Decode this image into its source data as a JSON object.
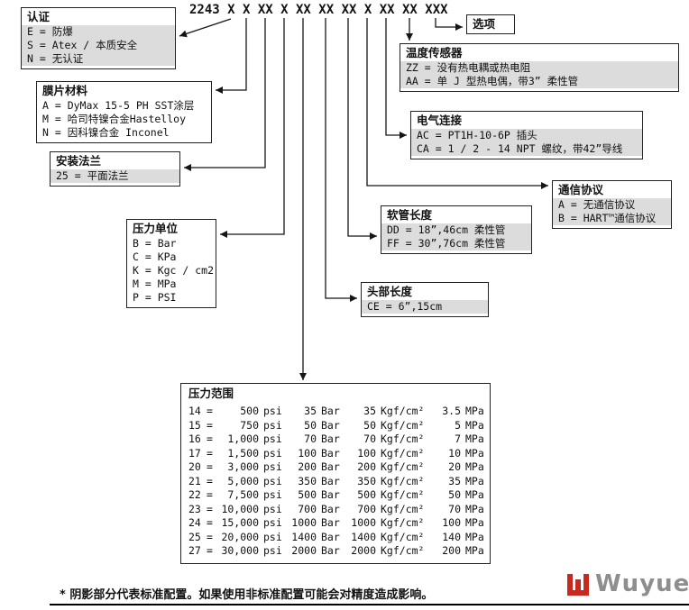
{
  "model_code": {
    "text": "2243 X X XX X XX XX XX X XX XX XXX"
  },
  "boxes": {
    "certification": {
      "title": "认证",
      "shaded": true,
      "rows": [
        "E = 防爆",
        "S = Atex / 本质安全",
        "N = 无认证"
      ]
    },
    "diaphragm": {
      "title": "膜片材料",
      "shaded": false,
      "rows": [
        "A = DyMax 15-5 PH SST涂层",
        "M = 哈司特镍合金Hastelloy",
        "N = 因科镍合金 Inconel"
      ]
    },
    "flange": {
      "title": "安装法兰",
      "shaded": true,
      "rows": [
        "25 = 平面法兰"
      ]
    },
    "pressure_unit": {
      "title": "压力单位",
      "shaded": false,
      "rows": [
        "B = Bar",
        "C = KPa",
        "K = Kgc / cm2",
        "M = MPa",
        "P = PSI"
      ]
    },
    "head_length": {
      "title": "头部长度",
      "shaded": true,
      "rows": [
        "CE = 6”,15cm"
      ]
    },
    "hose_length": {
      "title": "软管长度",
      "shaded": true,
      "rows": [
        "DD = 18”,46cm 柔性管",
        "FF = 30”,76cm 柔性管"
      ]
    },
    "protocol": {
      "title": "通信协议",
      "shaded": true,
      "rows": [
        "A = 无通信协议",
        "B = HART™通信协议"
      ]
    },
    "electrical": {
      "title": "电气连接",
      "shaded": true,
      "rows": [
        "AC = PT1H-10-6P 插头",
        "CA = 1 / 2 - 14 NPT 螺纹，带42”导线"
      ]
    },
    "temp_sensor": {
      "title": "温度传感器",
      "shaded": true,
      "rows": [
        "ZZ = 没有热电耦或热电阻",
        "AA = 单 J 型热电偶，带3” 柔性管"
      ]
    },
    "options": {
      "title": "选项"
    },
    "pressure_range": {
      "title": "压力范围",
      "rows": [
        [
          "14",
          "=",
          "500",
          "psi",
          "35",
          "Bar",
          "35",
          "Kgf/cm²",
          "3.5",
          "MPa"
        ],
        [
          "15",
          "=",
          "750",
          "psi",
          "50",
          "Bar",
          "50",
          "Kgf/cm²",
          "5",
          "MPa"
        ],
        [
          "16",
          "=",
          "1,000",
          "psi",
          "70",
          "Bar",
          "70",
          "Kgf/cm²",
          "7",
          "MPa"
        ],
        [
          "17",
          "=",
          "1,500",
          "psi",
          "100",
          "Bar",
          "100",
          "Kgf/cm²",
          "10",
          "MPa"
        ],
        [
          "20",
          "=",
          "3,000",
          "psi",
          "200",
          "Bar",
          "200",
          "Kgf/cm²",
          "20",
          "MPa"
        ],
        [
          "21",
          "=",
          "5,000",
          "psi",
          "350",
          "Bar",
          "350",
          "Kgf/cm²",
          "35",
          "MPa"
        ],
        [
          "22",
          "=",
          "7,500",
          "psi",
          "500",
          "Bar",
          "500",
          "Kgf/cm²",
          "50",
          "MPa"
        ],
        [
          "23",
          "=",
          "10,000",
          "psi",
          "700",
          "Bar",
          "700",
          "Kgf/cm²",
          "70",
          "MPa"
        ],
        [
          "24",
          "=",
          "15,000",
          "psi",
          "1000",
          "Bar",
          "1000",
          "Kgf/cm²",
          "100",
          "MPa"
        ],
        [
          "25",
          "=",
          "20,000",
          "psi",
          "1400",
          "Bar",
          "1400",
          "Kgf/cm²",
          "140",
          "MPa"
        ],
        [
          "27",
          "=",
          "30,000",
          "psi",
          "2000",
          "Bar",
          "2000",
          "Kgf/cm²",
          "200",
          "MPa"
        ]
      ]
    }
  },
  "footnote": "* 阴影部分代表标准配置。如果使用非标准配置可能会对精度造成影响。",
  "logo": {
    "text": "Wuyue",
    "color": "#c8281e"
  }
}
